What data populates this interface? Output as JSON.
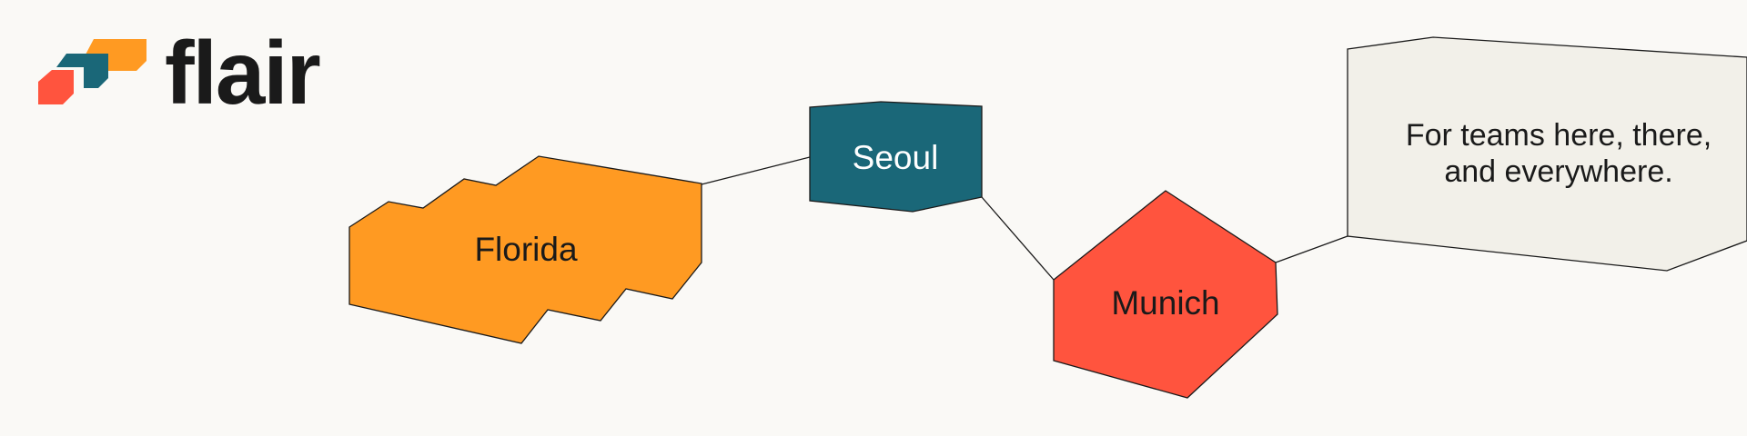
{
  "brand": {
    "name": "flair",
    "icon": "flair-logo-icon"
  },
  "cities": {
    "florida": "Florida",
    "seoul": "Seoul",
    "munich": "Munich"
  },
  "tagline": {
    "line1": "For teams here, there,",
    "line2": "and everywhere."
  },
  "colors": {
    "background": "#FAF9F6",
    "orange": "#FF9A22",
    "teal": "#1A6778",
    "red": "#FF543E",
    "panel": "#F2F0E9",
    "ink": "#1A1A1A"
  }
}
